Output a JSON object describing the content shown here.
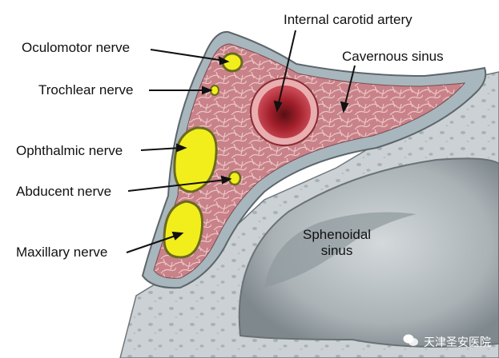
{
  "labels": {
    "oculomotor": "Oculomotor nerve",
    "trochlear": "Trochlear nerve",
    "ophthalmic": "Ophthalmic nerve",
    "abducent": "Abducent nerve",
    "maxillary": "Maxillary nerve",
    "internal_carotid": "Internal carotid artery",
    "cavernous_sinus": "Cavernous sinus",
    "sphenoidal_line1": "Sphenoidal",
    "sphenoidal_line2": "sinus"
  },
  "watermark": "天津圣安医院",
  "colors": {
    "sinus_tissue": "#c9828a",
    "dura": "#a8b6bd",
    "nerve_yellow": "#f2ee1c",
    "artery_red": "#b3232d",
    "bone_gray": "#c7cdd0",
    "sinus_cavity": "#9ea6ab"
  }
}
